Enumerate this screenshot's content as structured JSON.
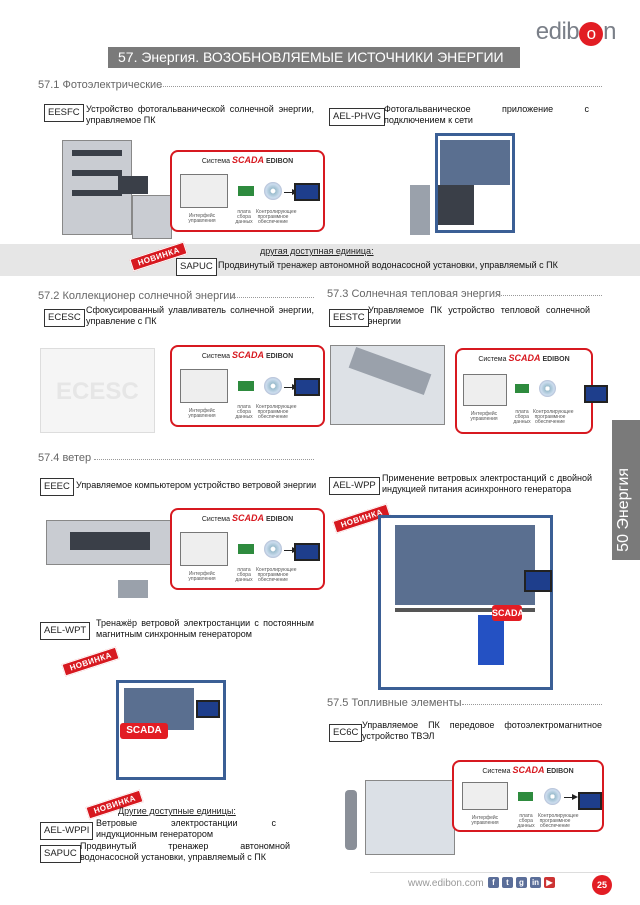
{
  "header": {
    "logo_pre": "edib",
    "logo_o": "o",
    "logo_post": "n",
    "title": "57. Энергия. ВОЗОБНОВЛЯЕМЫЕ ИСТОЧНИКИ ЭНЕРГИИ"
  },
  "side_tab": {
    "text": "50 Энергия"
  },
  "scada": {
    "prefix": "Система",
    "scada": "SCADA",
    "brand": "EDIBON",
    "label_interface": "Интерфейс управления",
    "label_card": "плата сбора данных",
    "label_software": "Контролирующее программное обеспечение"
  },
  "sections": {
    "s1": "57.1 Фотоэлектрические",
    "s2": "57.2 Коллекционер солнечной энергии",
    "s3": "57.3 Солнечная тепловая энергия",
    "s4": "57.4 ветер",
    "s5": "57.5 Топливные элементы"
  },
  "products": {
    "eesfc": {
      "code": "EESFC",
      "desc": "Устройство фотогальванической солнечной энергии, управляемое ПК"
    },
    "aelphvg": {
      "code": "AEL-PHVG",
      "desc": "Фотогальваническое приложение с подключением к сети"
    },
    "ecesc": {
      "code": "ECESC",
      "desc": "Сфокусированный улавливатель солнечной энергии, управление с ПК",
      "watermark": "ECESC"
    },
    "eestc": {
      "code": "EESTC",
      "desc": "Управляемое ПК устройство тепловой солнечной энергии"
    },
    "eeec": {
      "code": "EEEC",
      "desc": "Управляемое компьютером устройство ветровой энергии"
    },
    "aelwpp": {
      "code": "AEL-WPP",
      "desc": "Применение ветровых электростанций с двойной индукцией питания асинхронного генератора"
    },
    "aelwpt": {
      "code": "AEL-WPT",
      "desc": "Тренажёр ветровой электростанции с постоянным магнитным синхронным генератором"
    },
    "ec6c": {
      "code": "EC6C",
      "desc": "Управляемое ПК передовое фотоэлектромагнитное устройство ТВЭЛ"
    },
    "aelwppi": {
      "code": "AEL-WPPI",
      "desc": "Ветровые электростанции с индукционным генератором"
    },
    "sapuc1": {
      "code": "SAPUC",
      "desc": "Продвинутый тренажер автономной водонасосной установки, управляемый с ПК"
    },
    "sapuc2": {
      "code": "SAPUC",
      "desc": "Продвинутый тренажер автономной водонасосной установки, управляемый с ПК"
    }
  },
  "other_units": {
    "single": "другая доступная единица:",
    "plural": "Другие доступные единицы:"
  },
  "badge_new": "НОВИНКА",
  "scada_badge": "SCADA",
  "footer": {
    "url": "www.edibon.com",
    "page": "25"
  },
  "icons": [
    "facebook-icon",
    "twitter-icon",
    "google-plus-icon",
    "linkedin-icon",
    "youtube-icon"
  ],
  "colors": {
    "accent": "#e21d24",
    "banner": "#7a7a7a",
    "scada_border": "#d71920"
  }
}
